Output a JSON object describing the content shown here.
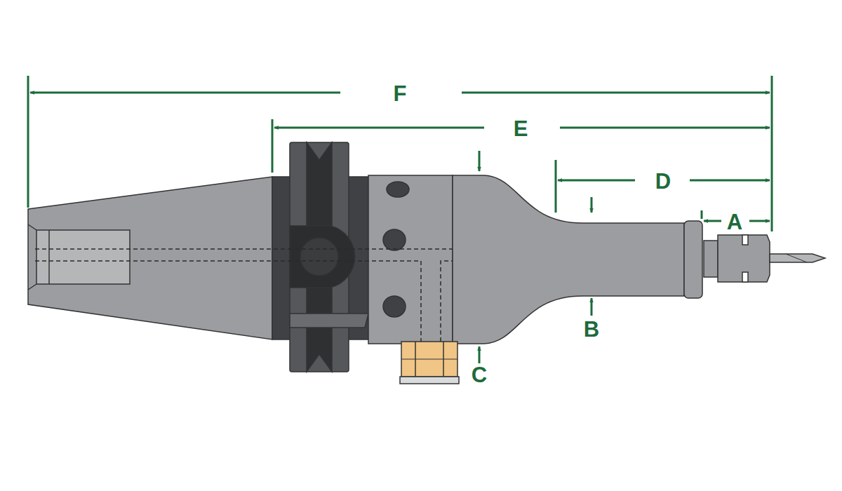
{
  "diagram": {
    "labels": [
      "F",
      "E",
      "D",
      "A",
      "B",
      "C"
    ]
  }
}
